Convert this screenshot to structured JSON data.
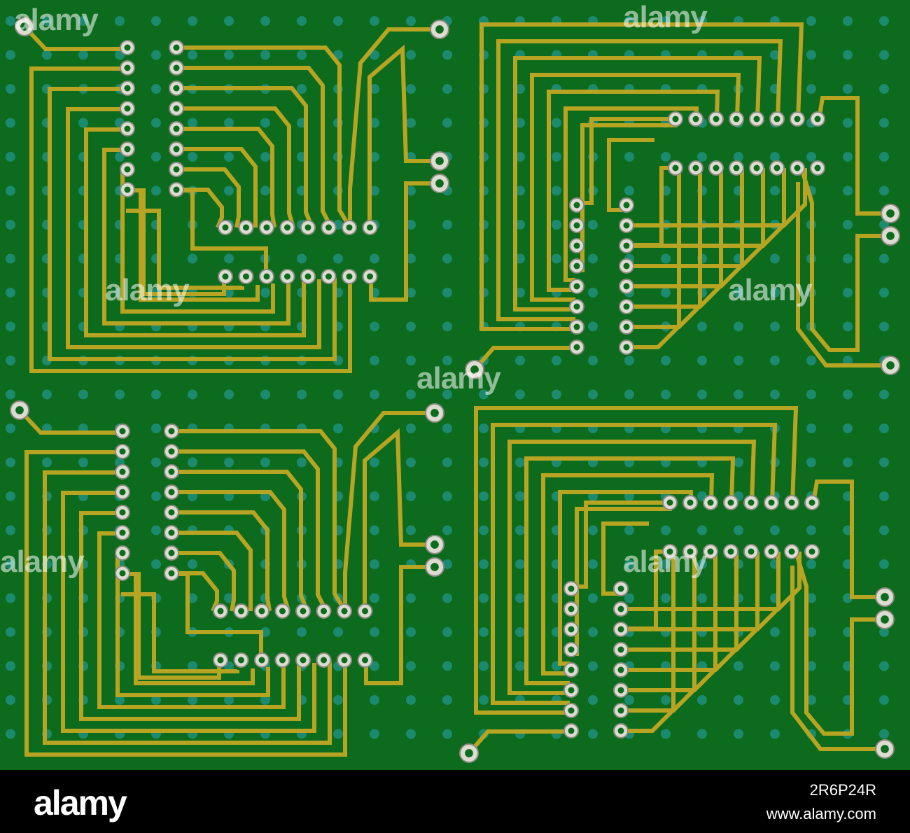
{
  "colors": {
    "board": "#0c6b1c",
    "dot": "#1c8a6e",
    "trace": "#b8a423",
    "pad": "#dcdcd2",
    "pad_edge": "#8a8a80",
    "footer": "#000000"
  },
  "watermark": {
    "text": "alamy"
  },
  "footer": {
    "logo": "alamy",
    "image_id": "2R6P24R",
    "site": "www.alamy.com"
  }
}
